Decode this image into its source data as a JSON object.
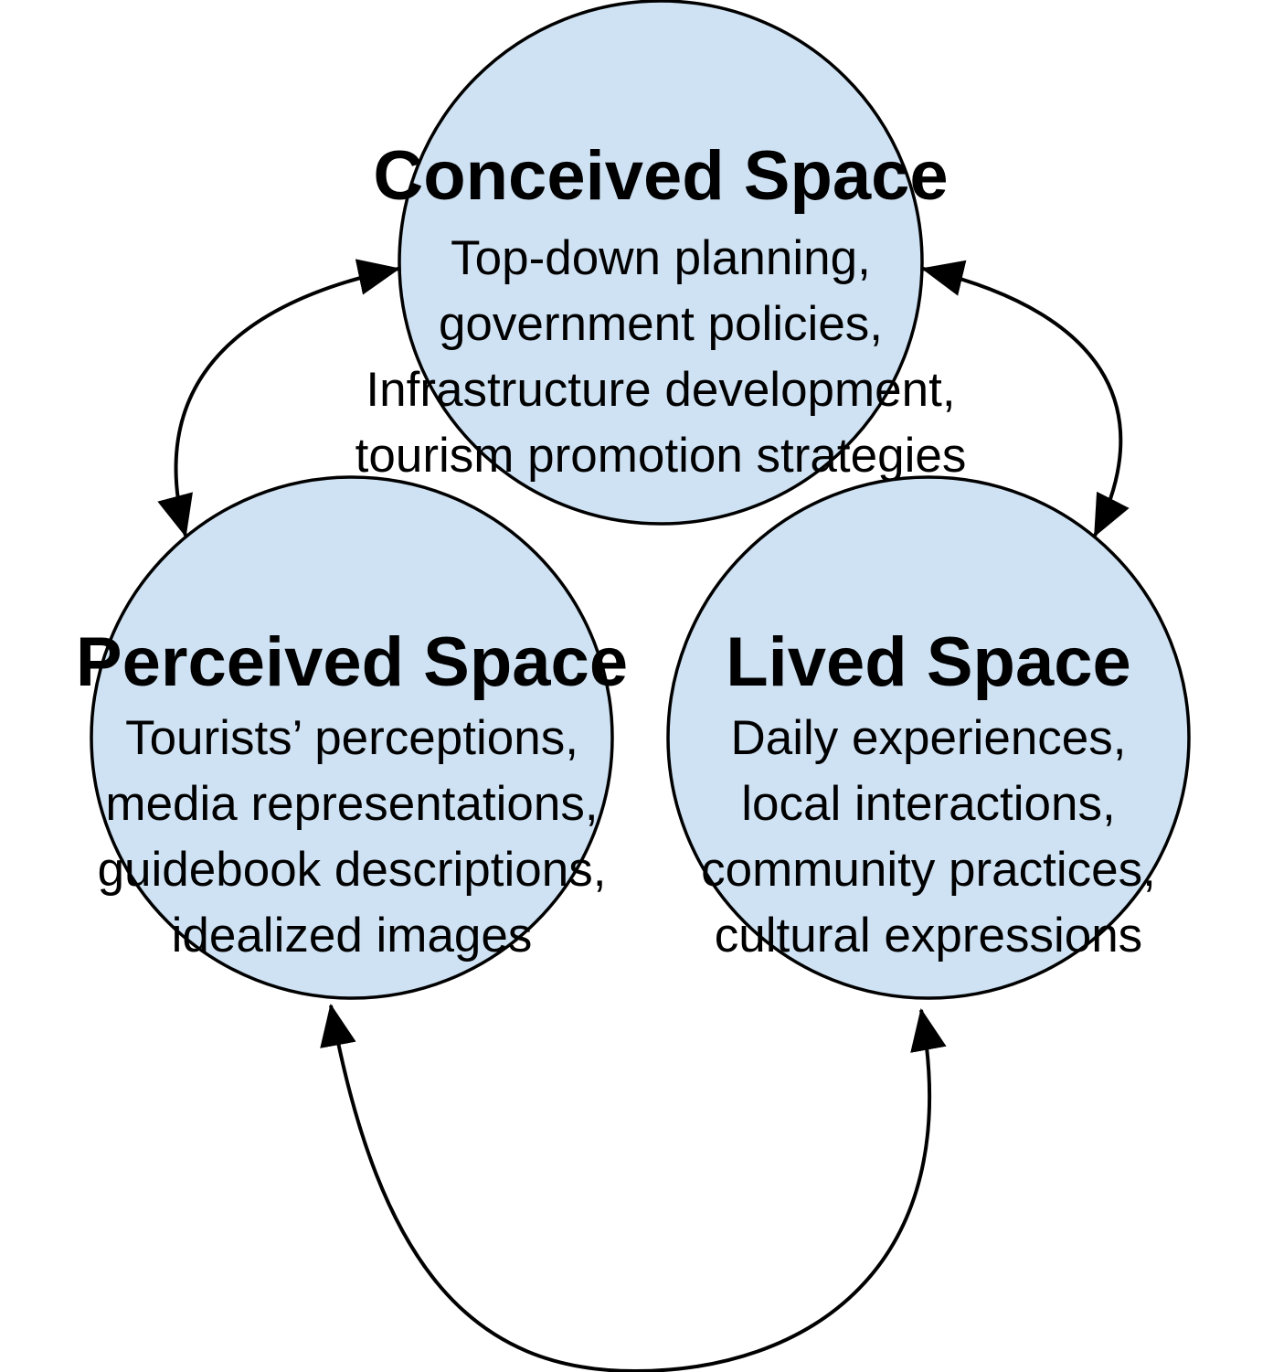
{
  "diagram": {
    "colors": {
      "background": "#ffffff",
      "node_fill": "#cfe2f3",
      "node_stroke": "#000000",
      "arrow": "#000000",
      "text": "#000000"
    },
    "nodes": {
      "conceived": {
        "title": "Conceived Space",
        "lines": [
          "Top-down planning,",
          "government policies,",
          "Infrastructure development,",
          "tourism promotion strategies"
        ]
      },
      "perceived": {
        "title": "Perceived Space",
        "lines": [
          "Tourists’ perceptions,",
          "media representations,",
          "guidebook descriptions,",
          "idealized images"
        ]
      },
      "lived": {
        "title": "Lived Space",
        "lines": [
          "Daily experiences,",
          "local interactions,",
          "community practices,",
          "cultural expressions"
        ]
      }
    },
    "connections": [
      {
        "from": "Perceived Space",
        "to": "Conceived Space",
        "style": "curved double-headed arrow"
      },
      {
        "from": "Conceived Space",
        "to": "Lived Space",
        "style": "curved double-headed arrow"
      },
      {
        "from": "Perceived Space",
        "to": "Lived Space",
        "style": "curved double-headed arrow"
      }
    ]
  }
}
